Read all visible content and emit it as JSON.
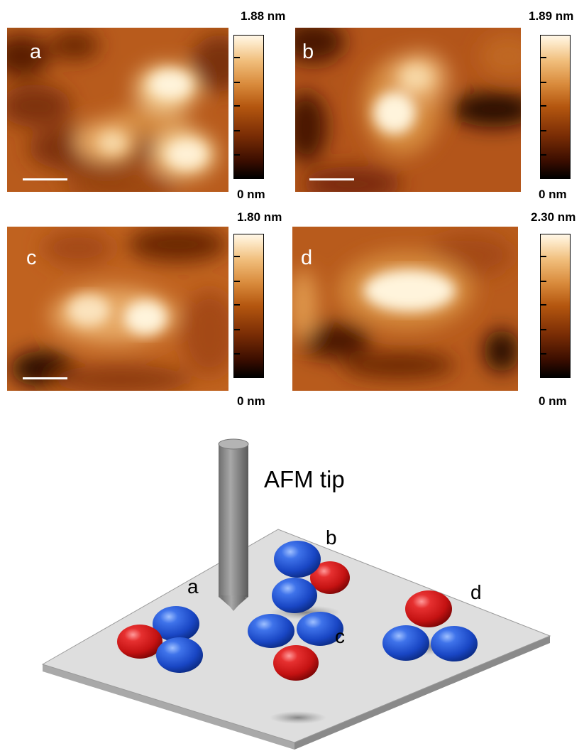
{
  "panels": [
    {
      "letter": "a",
      "max": "1.88 nm",
      "min": "0 nm",
      "scale_bar": true
    },
    {
      "letter": "b",
      "max": "1.89 nm",
      "min": "0 nm",
      "scale_bar": true
    },
    {
      "letter": "c",
      "max": "1.80 nm",
      "min": "0 nm",
      "scale_bar": true
    },
    {
      "letter": "d",
      "max": "2.30 nm",
      "min": "0 nm",
      "scale_bar": false
    }
  ],
  "diagram": {
    "tip_label": "AFM tip",
    "cluster_labels": {
      "a": "a",
      "b": "b",
      "c": "c",
      "d": "d"
    }
  },
  "colors": {
    "blue_sphere": "#1f4fd0",
    "red_sphere": "#d01515",
    "substrate": "#dcdcdc",
    "tip": "#8a8a8a",
    "afm_dark": "#3a0d00",
    "afm_bright": "#fff4dc"
  }
}
